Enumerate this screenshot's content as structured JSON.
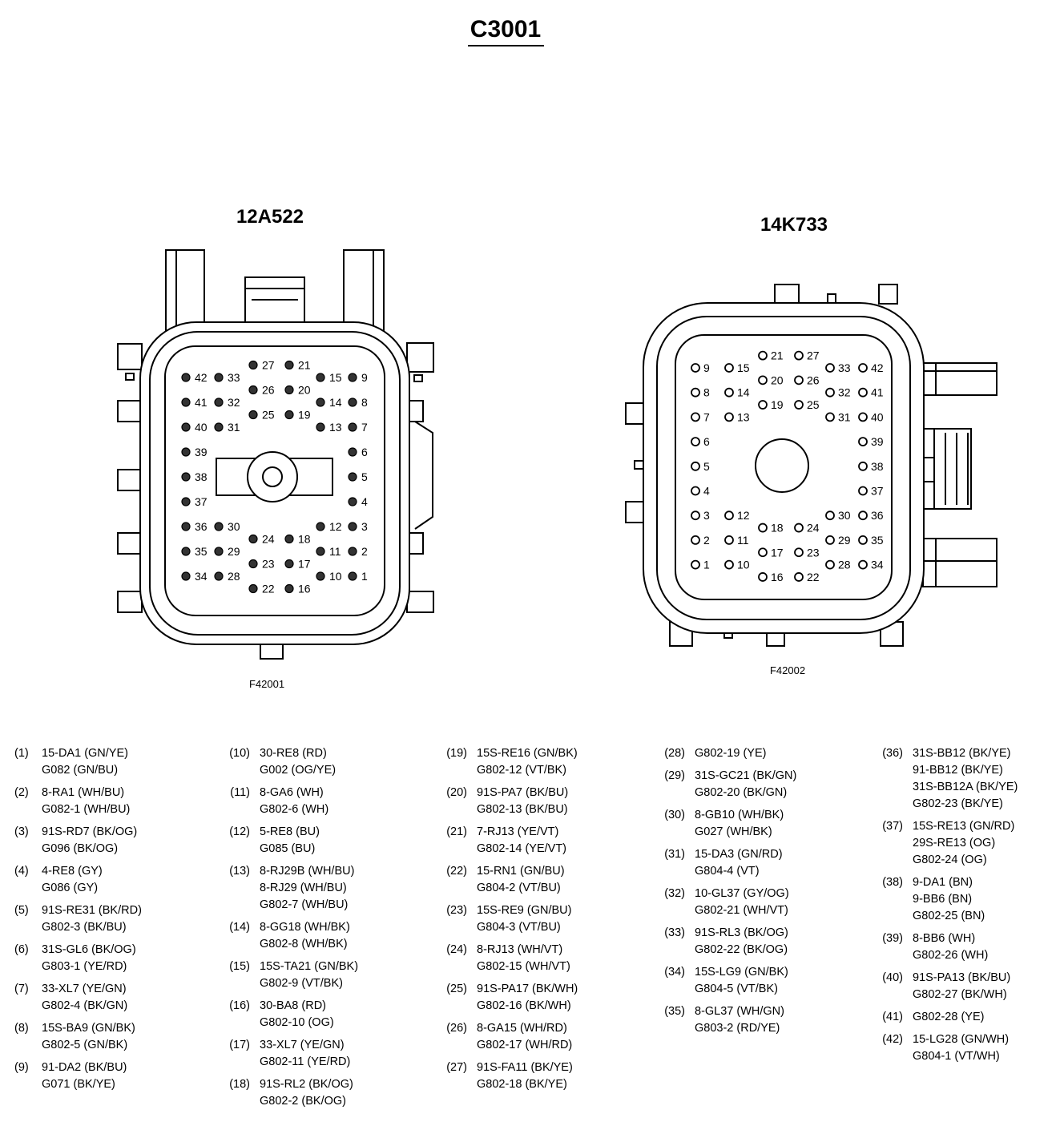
{
  "title": "C3001",
  "connectors": [
    {
      "name": "12A522",
      "figure_ref": "F42001",
      "pin_style": "filled",
      "pins": [
        {
          "n": "42",
          "col": 0,
          "row": 0
        },
        {
          "n": "33",
          "col": 1,
          "row": 0
        },
        {
          "n": "27",
          "col": 2,
          "row": -0.5
        },
        {
          "n": "21",
          "col": 3,
          "row": -0.5
        },
        {
          "n": "15",
          "col": 4,
          "row": 0
        },
        {
          "n": "9",
          "col": 5,
          "row": 0
        },
        {
          "n": "41",
          "col": 0,
          "row": 1
        },
        {
          "n": "32",
          "col": 1,
          "row": 1
        },
        {
          "n": "26",
          "col": 2,
          "row": 0.5
        },
        {
          "n": "20",
          "col": 3,
          "row": 0.5
        },
        {
          "n": "14",
          "col": 4,
          "row": 1
        },
        {
          "n": "8",
          "col": 5,
          "row": 1
        },
        {
          "n": "40",
          "col": 0,
          "row": 2
        },
        {
          "n": "31",
          "col": 1,
          "row": 2
        },
        {
          "n": "25",
          "col": 2,
          "row": 1.5
        },
        {
          "n": "19",
          "col": 3,
          "row": 1.5
        },
        {
          "n": "13",
          "col": 4,
          "row": 2
        },
        {
          "n": "7",
          "col": 5,
          "row": 2
        },
        {
          "n": "39",
          "col": 0,
          "row": 3
        },
        {
          "n": "6",
          "col": 5,
          "row": 3
        },
        {
          "n": "38",
          "col": 0,
          "row": 4
        },
        {
          "n": "5",
          "col": 5,
          "row": 4
        },
        {
          "n": "37",
          "col": 0,
          "row": 5
        },
        {
          "n": "4",
          "col": 5,
          "row": 5
        },
        {
          "n": "36",
          "col": 0,
          "row": 6
        },
        {
          "n": "30",
          "col": 1,
          "row": 6
        },
        {
          "n": "24",
          "col": 2,
          "row": 6.5
        },
        {
          "n": "18",
          "col": 3,
          "row": 6.5
        },
        {
          "n": "12",
          "col": 4,
          "row": 6
        },
        {
          "n": "3",
          "col": 5,
          "row": 6
        },
        {
          "n": "35",
          "col": 0,
          "row": 7
        },
        {
          "n": "29",
          "col": 1,
          "row": 7
        },
        {
          "n": "23",
          "col": 2,
          "row": 7.5
        },
        {
          "n": "17",
          "col": 3,
          "row": 7.5
        },
        {
          "n": "11",
          "col": 4,
          "row": 7
        },
        {
          "n": "2",
          "col": 5,
          "row": 7
        },
        {
          "n": "34",
          "col": 0,
          "row": 8
        },
        {
          "n": "28",
          "col": 1,
          "row": 8
        },
        {
          "n": "22",
          "col": 2,
          "row": 8.5
        },
        {
          "n": "16",
          "col": 3,
          "row": 8.5
        },
        {
          "n": "10",
          "col": 4,
          "row": 8
        },
        {
          "n": "1",
          "col": 5,
          "row": 8
        }
      ]
    },
    {
      "name": "14K733",
      "figure_ref": "F42002",
      "pin_style": "open",
      "pins": [
        {
          "n": "9",
          "col": 0,
          "row": 0
        },
        {
          "n": "15",
          "col": 1,
          "row": 0
        },
        {
          "n": "21",
          "col": 2,
          "row": -0.5
        },
        {
          "n": "27",
          "col": 3,
          "row": -0.5
        },
        {
          "n": "33",
          "col": 4,
          "row": 0
        },
        {
          "n": "42",
          "col": 5,
          "row": 0
        },
        {
          "n": "8",
          "col": 0,
          "row": 1
        },
        {
          "n": "14",
          "col": 1,
          "row": 1
        },
        {
          "n": "20",
          "col": 2,
          "row": 0.5
        },
        {
          "n": "26",
          "col": 3,
          "row": 0.5
        },
        {
          "n": "32",
          "col": 4,
          "row": 1
        },
        {
          "n": "41",
          "col": 5,
          "row": 1
        },
        {
          "n": "7",
          "col": 0,
          "row": 2
        },
        {
          "n": "13",
          "col": 1,
          "row": 2
        },
        {
          "n": "19",
          "col": 2,
          "row": 1.5
        },
        {
          "n": "25",
          "col": 3,
          "row": 1.5
        },
        {
          "n": "31",
          "col": 4,
          "row": 2
        },
        {
          "n": "40",
          "col": 5,
          "row": 2
        },
        {
          "n": "6",
          "col": 0,
          "row": 3
        },
        {
          "n": "39",
          "col": 5,
          "row": 3
        },
        {
          "n": "5",
          "col": 0,
          "row": 4
        },
        {
          "n": "38",
          "col": 5,
          "row": 4
        },
        {
          "n": "4",
          "col": 0,
          "row": 5
        },
        {
          "n": "37",
          "col": 5,
          "row": 5
        },
        {
          "n": "3",
          "col": 0,
          "row": 6
        },
        {
          "n": "12",
          "col": 1,
          "row": 6
        },
        {
          "n": "18",
          "col": 2,
          "row": 6.5
        },
        {
          "n": "24",
          "col": 3,
          "row": 6.5
        },
        {
          "n": "30",
          "col": 4,
          "row": 6
        },
        {
          "n": "36",
          "col": 5,
          "row": 6
        },
        {
          "n": "2",
          "col": 0,
          "row": 7
        },
        {
          "n": "11",
          "col": 1,
          "row": 7
        },
        {
          "n": "17",
          "col": 2,
          "row": 7.5
        },
        {
          "n": "23",
          "col": 3,
          "row": 7.5
        },
        {
          "n": "29",
          "col": 4,
          "row": 7
        },
        {
          "n": "35",
          "col": 5,
          "row": 7
        },
        {
          "n": "1",
          "col": 0,
          "row": 8
        },
        {
          "n": "10",
          "col": 1,
          "row": 8
        },
        {
          "n": "16",
          "col": 2,
          "row": 8.5
        },
        {
          "n": "22",
          "col": 3,
          "row": 8.5
        },
        {
          "n": "28",
          "col": 4,
          "row": 8
        },
        {
          "n": "34",
          "col": 5,
          "row": 8
        }
      ]
    }
  ],
  "pinout": [
    [
      {
        "n": "(1)",
        "lines": [
          "15-DA1 (GN/YE)",
          "G082 (GN/BU)"
        ]
      },
      {
        "n": "(2)",
        "lines": [
          "8-RA1 (WH/BU)",
          "G082-1 (WH/BU)"
        ]
      },
      {
        "n": "(3)",
        "lines": [
          "91S-RD7 (BK/OG)",
          "G096 (BK/OG)"
        ]
      },
      {
        "n": "(4)",
        "lines": [
          "4-RE8 (GY)",
          "G086 (GY)"
        ]
      },
      {
        "n": "(5)",
        "lines": [
          "91S-RE31 (BK/RD)",
          "G802-3 (BK/BU)"
        ]
      },
      {
        "n": "(6)",
        "lines": [
          "31S-GL6 (BK/OG)",
          "G803-1 (YE/RD)"
        ]
      },
      {
        "n": "(7)",
        "lines": [
          "33-XL7 (YE/GN)",
          "G802-4 (BK/GN)"
        ]
      },
      {
        "n": "(8)",
        "lines": [
          "15S-BA9 (GN/BK)",
          "G802-5 (GN/BK)"
        ]
      },
      {
        "n": "(9)",
        "lines": [
          "91-DA2 (BK/BU)",
          "G071 (BK/YE)"
        ]
      }
    ],
    [
      {
        "n": "(10)",
        "lines": [
          "30-RE8 (RD)",
          "G002 (OG/YE)"
        ]
      },
      {
        "n": "(11)",
        "lines": [
          "8-GA6 (WH)",
          "G802-6 (WH)"
        ]
      },
      {
        "n": "(12)",
        "lines": [
          "5-RE8 (BU)",
          "G085 (BU)"
        ]
      },
      {
        "n": "(13)",
        "lines": [
          "8-RJ29B (WH/BU)",
          "8-RJ29 (WH/BU)",
          "G802-7 (WH/BU)"
        ]
      },
      {
        "n": "(14)",
        "lines": [
          "8-GG18 (WH/BK)",
          "G802-8 (WH/BK)"
        ]
      },
      {
        "n": "(15)",
        "lines": [
          "15S-TA21 (GN/BK)",
          "G802-9 (VT/BK)"
        ]
      },
      {
        "n": "(16)",
        "lines": [
          "30-BA8 (RD)",
          "G802-10 (OG)"
        ]
      },
      {
        "n": "(17)",
        "lines": [
          "33-XL7 (YE/GN)",
          "G802-11 (YE/RD)"
        ]
      },
      {
        "n": "(18)",
        "lines": [
          "91S-RL2 (BK/OG)",
          "G802-2 (BK/OG)"
        ]
      }
    ],
    [
      {
        "n": "(19)",
        "lines": [
          "15S-RE16 (GN/BK)",
          "G802-12 (VT/BK)"
        ]
      },
      {
        "n": "(20)",
        "lines": [
          "91S-PA7 (BK/BU)",
          "G802-13 (BK/BU)"
        ]
      },
      {
        "n": "(21)",
        "lines": [
          "7-RJ13 (YE/VT)",
          "G802-14 (YE/VT)"
        ]
      },
      {
        "n": "(22)",
        "lines": [
          "15-RN1 (GN/BU)",
          "G804-2 (VT/BU)"
        ]
      },
      {
        "n": "(23)",
        "lines": [
          "15S-RE9 (GN/BU)",
          "G804-3 (VT/BU)"
        ]
      },
      {
        "n": "(24)",
        "lines": [
          "8-RJ13 (WH/VT)",
          "G802-15 (WH/VT)"
        ]
      },
      {
        "n": "(25)",
        "lines": [
          "91S-PA17 (BK/WH)",
          "G802-16 (BK/WH)"
        ]
      },
      {
        "n": "(26)",
        "lines": [
          "8-GA15 (WH/RD)",
          "G802-17 (WH/RD)"
        ]
      },
      {
        "n": "(27)",
        "lines": [
          "91S-FA11 (BK/YE)",
          "G802-18 (BK/YE)"
        ]
      }
    ],
    [
      {
        "n": "(28)",
        "lines": [
          "G802-19 (YE)"
        ]
      },
      {
        "n": "(29)",
        "lines": [
          "31S-GC21 (BK/GN)",
          "G802-20 (BK/GN)"
        ]
      },
      {
        "n": "(30)",
        "lines": [
          "8-GB10 (WH/BK)",
          "G027 (WH/BK)"
        ]
      },
      {
        "n": "(31)",
        "lines": [
          "15-DA3 (GN/RD)",
          "G804-4 (VT)"
        ]
      },
      {
        "n": "(32)",
        "lines": [
          "10-GL37 (GY/OG)",
          "G802-21 (WH/VT)"
        ]
      },
      {
        "n": "(33)",
        "lines": [
          "91S-RL3 (BK/OG)",
          "G802-22 (BK/OG)"
        ]
      },
      {
        "n": "(34)",
        "lines": [
          "15S-LG9 (GN/BK)",
          "G804-5 (VT/BK)"
        ]
      },
      {
        "n": "(35)",
        "lines": [
          "8-GL37 (WH/GN)",
          "G803-2 (RD/YE)"
        ]
      }
    ],
    [
      {
        "n": "(36)",
        "lines": [
          "31S-BB12 (BK/YE)",
          "91-BB12 (BK/YE)",
          "31S-BB12A (BK/YE)",
          "G802-23 (BK/YE)"
        ]
      },
      {
        "n": "(37)",
        "lines": [
          "15S-RE13 (GN/RD)",
          "29S-RE13 (OG)",
          "G802-24 (OG)"
        ]
      },
      {
        "n": "(38)",
        "lines": [
          "9-DA1 (BN)",
          "9-BB6 (BN)",
          "G802-25 (BN)"
        ]
      },
      {
        "n": "(39)",
        "lines": [
          "8-BB6 (WH)",
          "G802-26 (WH)"
        ]
      },
      {
        "n": "(40)",
        "lines": [
          "91S-PA13 (BK/BU)",
          "G802-27 (BK/WH)"
        ]
      },
      {
        "n": "(41)",
        "lines": [
          "G802-28 (YE)"
        ]
      },
      {
        "n": "(42)",
        "lines": [
          "15-LG28 (GN/WH)",
          "G804-1 (VT/WH)"
        ]
      }
    ]
  ]
}
